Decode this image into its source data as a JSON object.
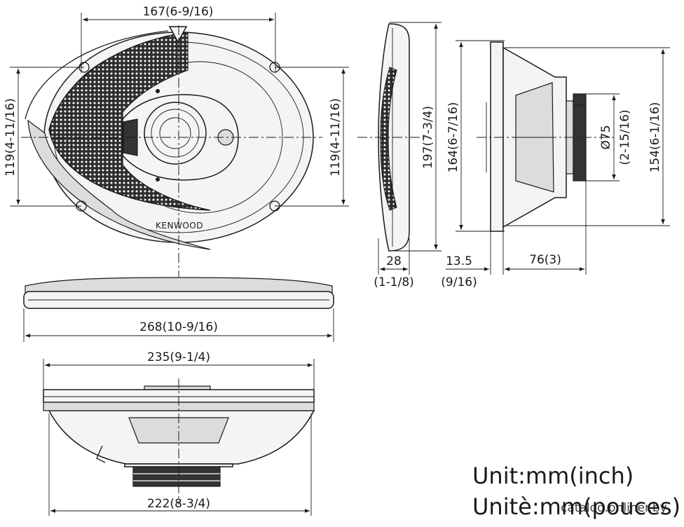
{
  "brand": "KENWOOD",
  "dimensions": {
    "front_width": "167(6-9/16)",
    "front_height_left": "119(4-11/16)",
    "front_height_right": "119(4-11/16)",
    "side_height": "197(7-3/4)",
    "grille_depth_mm": "28",
    "grille_depth_in": "(1-1/8)",
    "frame_height": "164(6-7/16)",
    "mount_depth_mm": "13.5",
    "mount_depth_in": "(9/16)",
    "magnet_diameter_mm": "Ø75",
    "magnet_diameter_in": "(2-15/16)",
    "overall_height": "154(6-1/16)",
    "body_depth": "76(3)",
    "overall_width": "268(10-9/16)",
    "cutout_width": "235(9-1/4)",
    "bottom_width": "222(8-3/4)"
  },
  "units": {
    "line1": "Unit:mm(inch)",
    "line2": "Unitè:mm(pouces)"
  },
  "watermark": "catalog.onliner.by",
  "colors": {
    "line": "#1a1a1a",
    "background": "#ffffff",
    "grille": "#3a3a3a"
  }
}
